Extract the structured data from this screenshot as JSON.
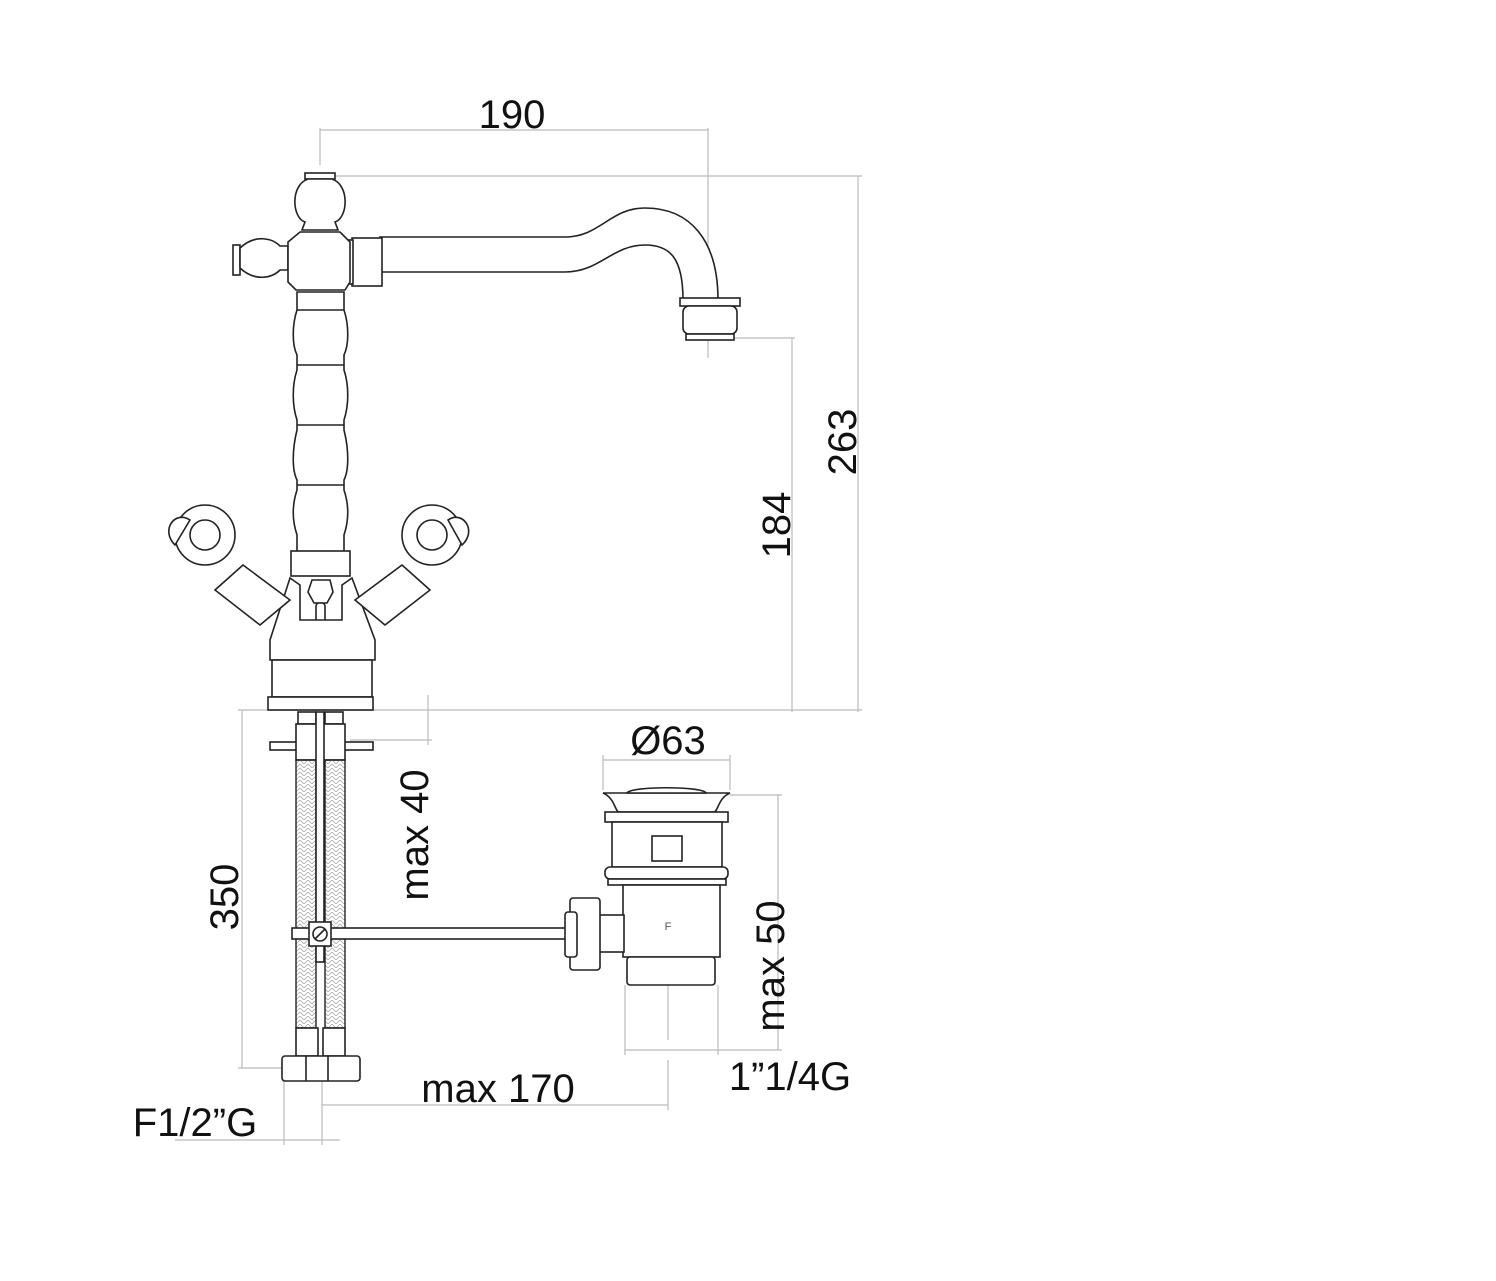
{
  "drawing": {
    "title_hidden": "",
    "dimensions": {
      "spout_reach": "190",
      "total_height": "263",
      "spout_height": "184",
      "hose_length": "350",
      "max_deck_thickness": "max 40",
      "drain_diameter": "Ø63",
      "drain_max_thickness": "max 50",
      "drain_thread": "1”1/4G",
      "rod_max_distance": "max 170",
      "inlet_thread": "F1/2”G"
    },
    "drain_marking": "F"
  }
}
